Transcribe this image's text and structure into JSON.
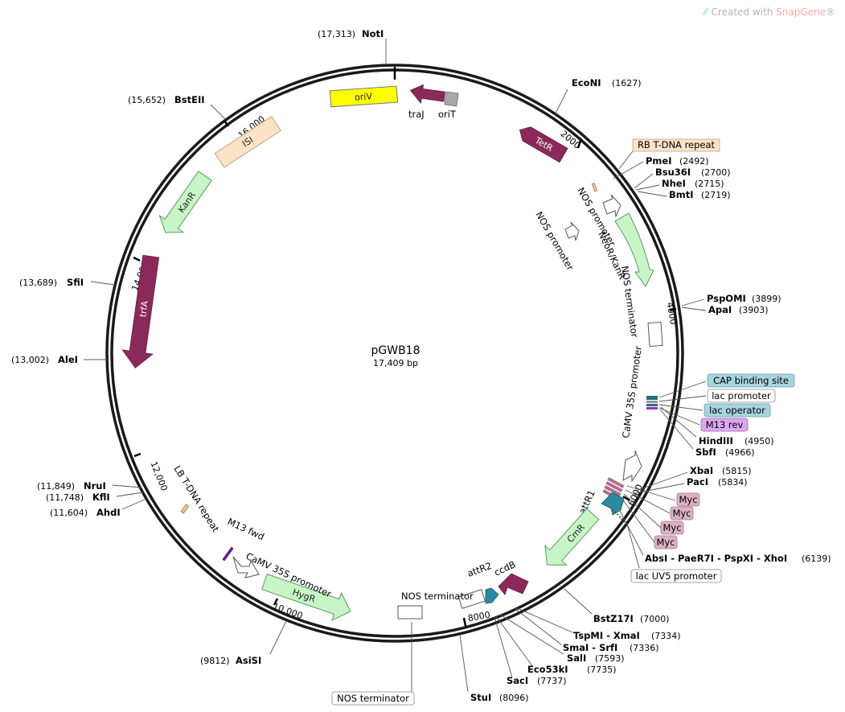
{
  "watermark": {
    "prefix": "Created with ",
    "brand": "SnapGene",
    "suffix": "®"
  },
  "plasmid": {
    "name": "pGWB18",
    "length_label": "17,409 bp"
  },
  "ticks": [
    "2000",
    "4000",
    "6000",
    "8000",
    "10,000",
    "12,000",
    "14,000",
    "16,000"
  ],
  "sites": {
    "noti": {
      "name": "NotI",
      "pos": "(17,313)"
    },
    "econi": {
      "name": "EcoNI",
      "pos": "(1627)"
    },
    "pmei": {
      "name": "PmeI",
      "pos": "(2492)"
    },
    "bsu36i": {
      "name": "Bsu36I",
      "pos": "(2700)"
    },
    "nhei": {
      "name": "NheI",
      "pos": "(2715)"
    },
    "bmti": {
      "name": "BmtI",
      "pos": "(2719)"
    },
    "pspomi": {
      "name": "PspOMI",
      "pos": "(3899)"
    },
    "apai": {
      "name": "ApaI",
      "pos": "(3903)"
    },
    "hindiii": {
      "name": "HindIII",
      "pos": "(4950)"
    },
    "sbfi": {
      "name": "SbfI",
      "pos": "(4966)"
    },
    "xbai": {
      "name": "XbaI",
      "pos": "(5815)"
    },
    "paci": {
      "name": "PacI",
      "pos": "(5834)"
    },
    "absi": {
      "name": "AbsI - PaeR7I - PspXI - XhoI",
      "pos": "(6139)"
    },
    "bstz17i": {
      "name": "BstZ17I",
      "pos": "(7000)"
    },
    "tspmi": {
      "name": "TspMI - XmaI",
      "pos": "(7334)"
    },
    "smai": {
      "name": "SmaI - SrfI",
      "pos": "(7336)"
    },
    "sali": {
      "name": "SalI",
      "pos": "(7593)"
    },
    "eco53ki": {
      "name": "Eco53kI",
      "pos": "(7735)"
    },
    "saci": {
      "name": "SacI",
      "pos": "(7737)"
    },
    "stui": {
      "name": "StuI",
      "pos": "(8096)"
    },
    "asisi": {
      "name": "AsiSI",
      "pos": "(9812)"
    },
    "ahdi": {
      "name": "AhdI",
      "pos": "(11,604)"
    },
    "kfli": {
      "name": "KflI",
      "pos": "(11,748)"
    },
    "nrui": {
      "name": "NruI",
      "pos": "(11,849)"
    },
    "alei": {
      "name": "AleI",
      "pos": "(13,002)"
    },
    "sfii": {
      "name": "SfiI",
      "pos": "(13,689)"
    },
    "bsteii": {
      "name": "BstEII",
      "pos": "(15,652)"
    }
  },
  "features": {
    "oriv": "oriV",
    "traj": "traJ",
    "orit": "oriT",
    "tetr": "TetR",
    "isi": "ISI",
    "kanr": "KanR",
    "trfa": "trfA",
    "rb_tdna": "RB T-DNA repeat",
    "nos_promoter_1": "NOS promoter",
    "nos_promoter_2": "NOS promoter",
    "neor_kanr": "NeoR/KanR",
    "nos_terminator_1": "NOS terminator",
    "cap_binding_site": "CAP binding site",
    "lac_promoter": "lac promoter",
    "lac_operator": "lac operator",
    "m13_rev": "M13 rev",
    "camv35s_1": "CaMV 35S promoter",
    "myc": [
      "Myc",
      "Myc",
      "Myc",
      "Myc"
    ],
    "attr1": "attR1",
    "cmr": "CmR",
    "lac_uv5": "lac UV5 promoter",
    "ccdb": "ccdB",
    "attr2": "attR2",
    "nos_terminator_2": "NOS terminator",
    "nos_terminator_3": "NOS terminator",
    "hygr": "HygR",
    "camv35s_2": "CaMV 35S promoter",
    "m13_fwd": "M13 fwd",
    "lb_tdna": "LB T-DNA repeat"
  },
  "colors": {
    "backbone": "#1a1a1a",
    "oriv": "#ffff00",
    "dark_marker": "#8b2a5a",
    "light_green": "#c8f5c8",
    "peach": "#fce3c8",
    "orit_gray": "#a9a9a9",
    "teal": "#2d8aa0",
    "cap_fill": "#a7d4df",
    "m13_fill": "#dba8f0",
    "myc_fill": "#dcb2c3"
  }
}
